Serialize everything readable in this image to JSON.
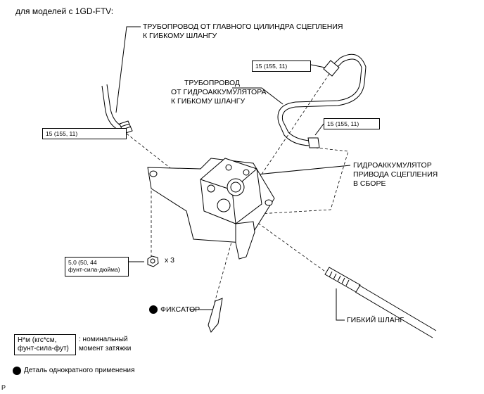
{
  "header": {
    "title": "для моделей с 1GD-FTV:"
  },
  "labels": {
    "pipe_master_line1": "ТРУБОПРОВОД ОТ ГЛАВНОГО ЦИЛИНДРА СЦЕПЛЕНИЯ",
    "pipe_master_line2": "К ГИБКОМУ ШЛАНГУ",
    "pipe_accum_line1": "ТРУБОПРОВОД",
    "pipe_accum_line2": "ОТ ГИДРОАККУМУЛЯТОРА",
    "pipe_accum_line3": "К ГИБКОМУ ШЛАНГУ",
    "accumulator_line1": "ГИДРОАККУМУЛЯТОР",
    "accumulator_line2": "ПРИВОДА СЦЕПЛЕНИЯ",
    "accumulator_line3": "В СБОРЕ",
    "clip": "ФИКСАТОР",
    "flexible_hose": "ГИБКИЙ ШЛАНГ",
    "bolt_count": "x 3"
  },
  "torque_specs": {
    "top": "15 (155, 11)",
    "left": "15 (155, 11)",
    "right": "15 (155, 11)",
    "bolt_line1": "5,0 (50, 44",
    "bolt_line2": "фунт-сила-дюйма)"
  },
  "legend": {
    "unit_line1": "Н*м (кгс*см,",
    "unit_line2": "фунт-сила-фут)",
    "unit_desc_line1": ": номинальный",
    "unit_desc_line2": "момент затяжки",
    "nonreusable": "Деталь однократного применения"
  },
  "footer": {
    "mark": "P"
  }
}
